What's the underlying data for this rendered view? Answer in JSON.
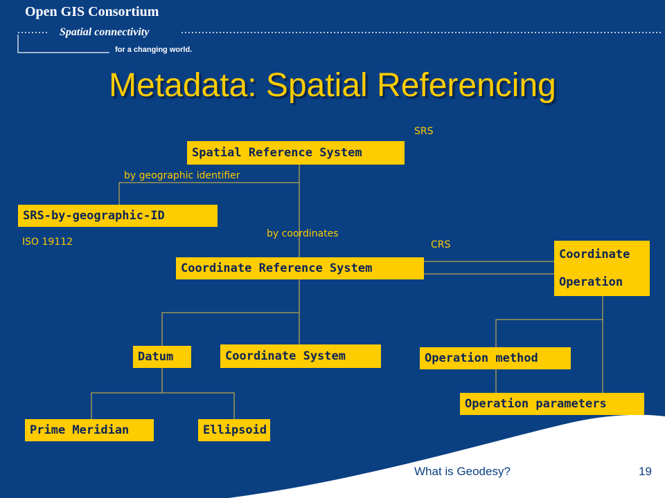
{
  "header": {
    "org_name": "Open GIS Consortium",
    "tagline": "Spatial connectivity",
    "subtagline": "for a changing world."
  },
  "title": "Metadata: Spatial Referencing",
  "diagram": {
    "nodes": {
      "srs": "Spatial Reference System",
      "srs_by_geo_id": "SRS-by-geographic-ID",
      "crs": "Coordinate Reference System",
      "coord_op_line1": "Coordinate",
      "coord_op_line2": "Operation",
      "datum": "Datum",
      "coord_system": "Coordinate System",
      "op_method": "Operation method",
      "op_params": "Operation parameters",
      "prime_meridian": "Prime Meridian",
      "ellipsoid": "Ellipsoid"
    },
    "labels": {
      "srs_abbr": "SRS",
      "by_geo_id": "by geographic identifier",
      "by_coords": "by coordinates",
      "iso": "ISO 19112",
      "crs_abbr": "CRS"
    }
  },
  "footer": {
    "text": "What is Geodesy?",
    "page_number": "19"
  },
  "colors": {
    "background": "#0a3f82",
    "accent": "#ffcc00",
    "box_text": "#0b2458",
    "wave": "#ffffff"
  }
}
